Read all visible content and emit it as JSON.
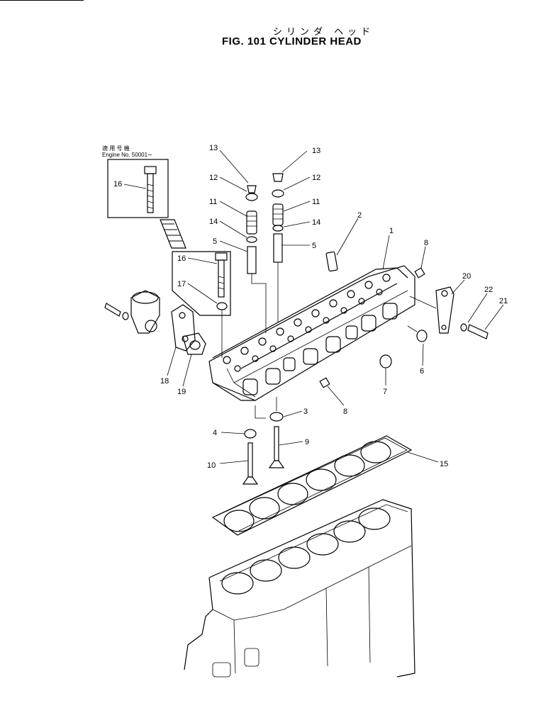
{
  "header": {
    "title_jp": "シリンダ ヘッド",
    "title_en": "FIG. 101  CYLINDER HEAD"
  },
  "engine_note": {
    "line1": "適 用 号 機",
    "line2": "Engine No. 50001∼"
  },
  "callouts": [
    "1",
    "2",
    "3",
    "4",
    "5",
    "5",
    "6",
    "7",
    "8",
    "8",
    "9",
    "10",
    "11",
    "11",
    "12",
    "12",
    "13",
    "13",
    "14",
    "14",
    "15",
    "16",
    "16",
    "17",
    "18",
    "19",
    "20",
    "21",
    "22"
  ]
}
